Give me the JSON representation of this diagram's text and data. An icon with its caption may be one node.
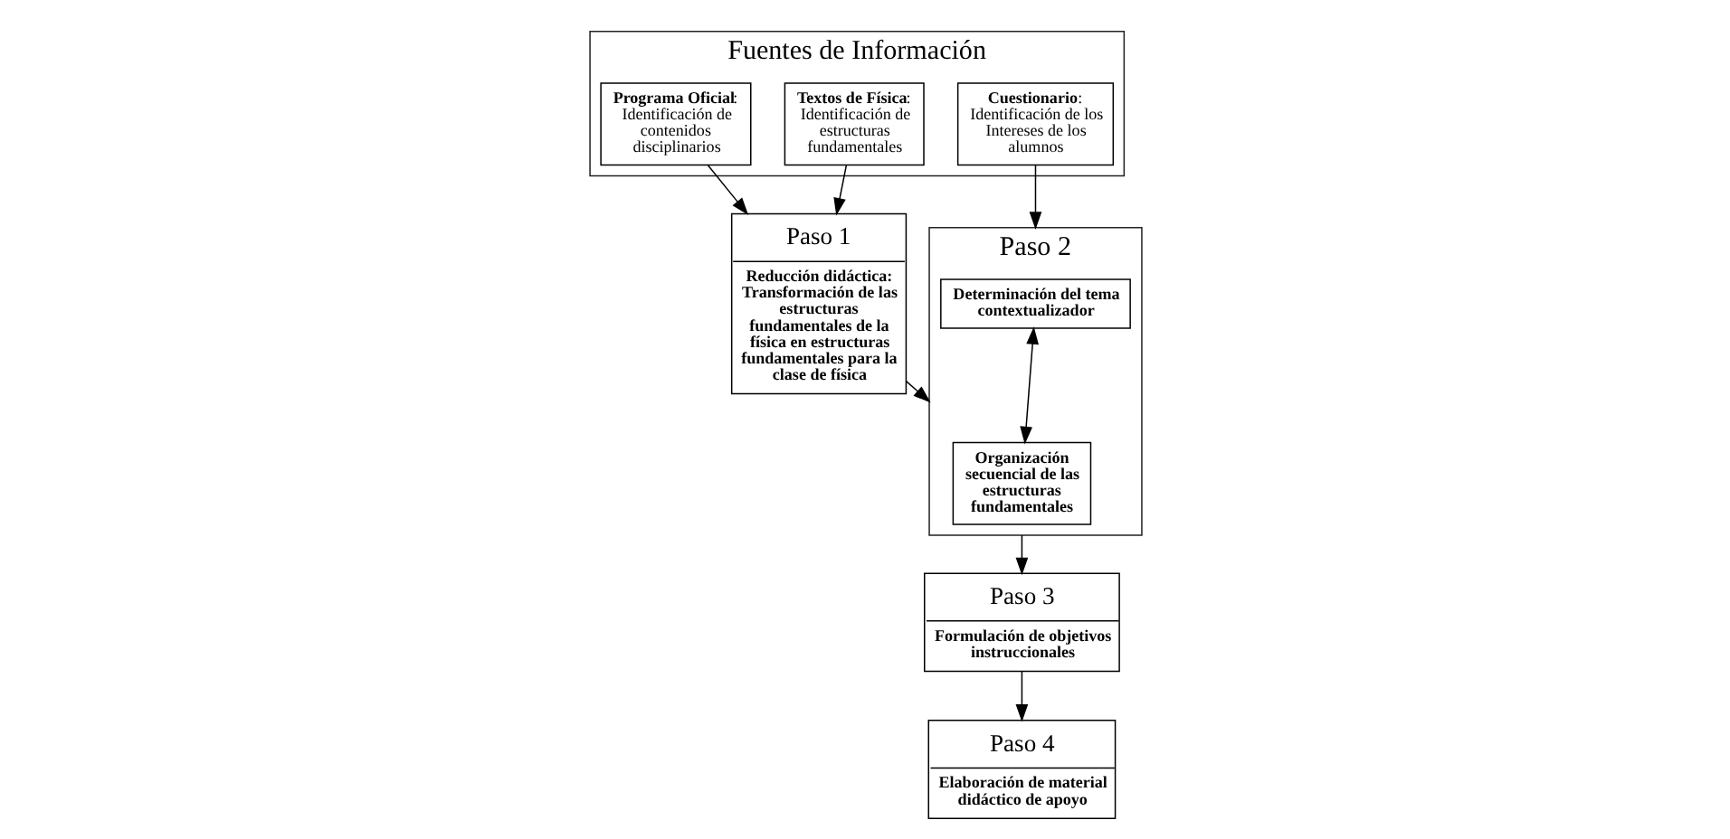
{
  "diagram": {
    "nodes": [
      {
        "text": [
          "Fuentes de Información"
        ]
      },
      {
        "text": [
          "**Textos de Física**: Identificación de estructuras fundamentales"
        ],
        "in": 0
      },
      {
        "text": [
          "**Programa Oficial**: Identificación de contenidos disciplinarios"
        ],
        "in": 0
      },
      {
        "text": [
          "**Cuestionario**: Identificación de los Intereses de los alumnos"
        ],
        "in": 0
      },
      {
        "text": [
          "Paso 1",
          "Reducción didáctica: Transformación de las estructuras fundamentales de la física en estructuras fundamentales para la clase de física"
        ]
      },
      {
        "text": [
          "Paso 2"
        ]
      },
      {
        "text": [
          "Determinación del tema contextualizador"
        ],
        "in": 5
      },
      {
        "text": [
          "Organización secuencial de las estructuras fundamentales"
        ],
        "in": 5
      },
      {
        "text": [
          "Paso 3",
          "Formulación de objetivos instruccionales"
        ]
      },
      {
        "text": [
          "Paso 4",
          "Elaboración de material didáctico de apoyo"
        ]
      }
    ],
    "edges": [
      {
        "from": 1,
        "to": 4,
        "arrow": "to"
      },
      {
        "from": 2,
        "to": 4,
        "arrow": "to"
      },
      {
        "from": 3,
        "to": 5,
        "arrow": "to"
      },
      {
        "from": 4,
        "to": 5,
        "arrow": "to"
      },
      {
        "from": 6,
        "to": 7,
        "arrow": "both"
      },
      {
        "from": 5,
        "to": 8,
        "arrow": "to"
      },
      {
        "from": 8,
        "to": 9,
        "arrow": "to"
      }
    ]
  }
}
